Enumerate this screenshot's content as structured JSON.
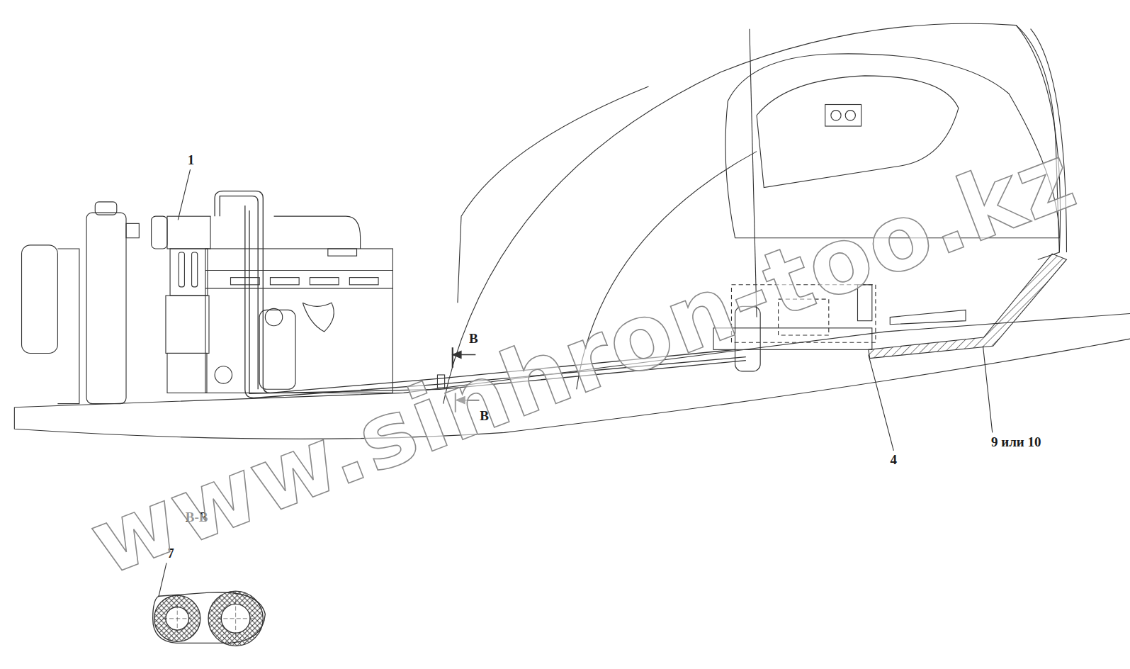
{
  "diagram": {
    "labels": [
      "1",
      "В",
      "В",
      "4",
      "9 или 10",
      "В-В",
      "7",
      "www.sinhron-too.kz"
    ]
  }
}
